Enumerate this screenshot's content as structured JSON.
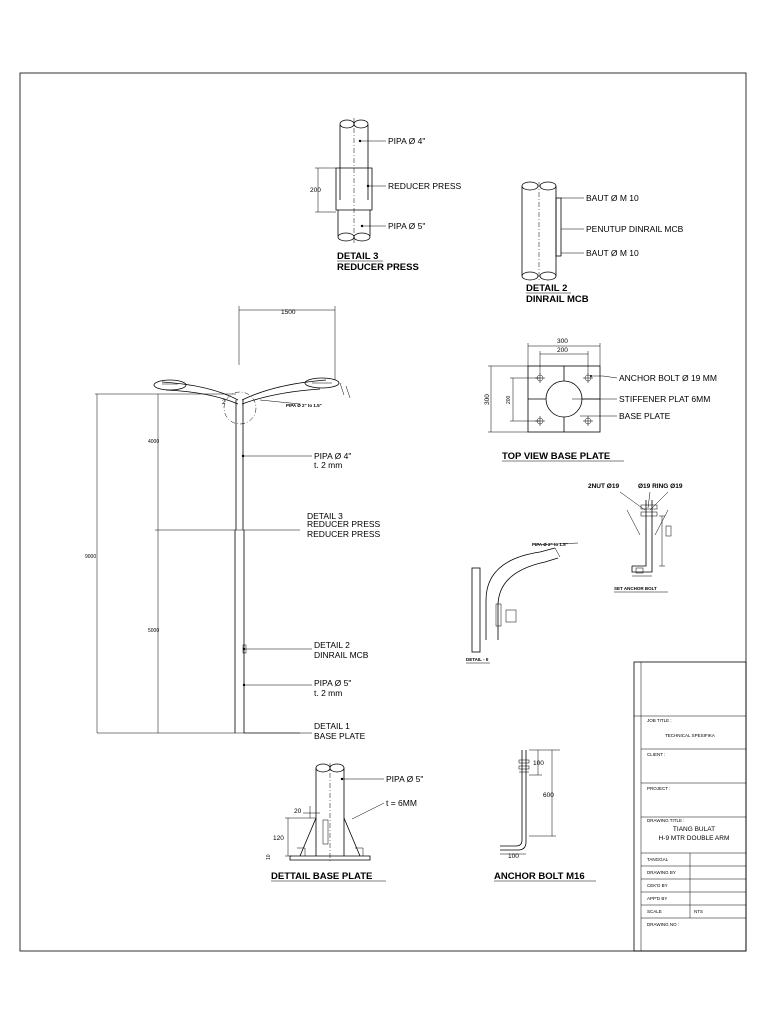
{
  "detail3_top": {
    "pipe_upper": "PIPA Ø 4\"",
    "reducer": "REDUCER PRESS",
    "pipe_lower": "PIPA Ø 5\"",
    "dim": "200",
    "title1": "DETAIL 3",
    "title2": "REDUCER PRESS"
  },
  "detail2_top": {
    "bolt1": "BAUT Ø M 10",
    "cover": "PENUTUP DINRAIL MCB",
    "bolt2": "BAUT Ø M 10",
    "title1": "DETAIL 2",
    "title2": "DINRAIL MCB"
  },
  "top_view": {
    "dim_outer": "300",
    "dim_inner": "200",
    "dim_side_outer": "300",
    "dim_side_inner": "200",
    "anchor": "ANCHOR BOLT Ø 19 MM",
    "stiffener": "STIFFENER PLAT 6MM",
    "base": "BASE PLATE",
    "title": "TOP VIEW BASE PLATE"
  },
  "pole": {
    "arm_dim": "1500",
    "h_total": "9000",
    "h_upper": "4000",
    "h_lower": "5000",
    "pipe4_label": "PIPA Ø 4\"",
    "pipe4_t": "t. 2 mm",
    "d3a": "DETAIL 3",
    "d3b": "REDUCER PRESS",
    "d3c": "REDUCER PRESS",
    "d2a": "DETAIL 2",
    "d2b": "DINRAIL MCB",
    "pipe5_label": "PIPA Ø 5\"",
    "pipe5_t": "t. 2 mm",
    "d1a": "DETAIL 1",
    "d1b": "BASE PLATE",
    "callout": "2"
  },
  "base_plate_detail": {
    "pipe": "PIPA Ø 5\"",
    "t": "t = 6MM",
    "d20": "20",
    "d120": "120",
    "d10": "10",
    "title": "DETTAIL BASE PLATE"
  },
  "anchor_bolt": {
    "d100_top": "100",
    "d600": "600",
    "d100_bot": "100",
    "title": "ANCHOR BOLT M16"
  },
  "set_anchor": {
    "nut": "2NUT  Ø19",
    "ring": "Ø19  RING  Ø19"
  },
  "title_block": {
    "job_title_label": "JOB TITLE :",
    "job_title_value": "TECHNICAL SPESIFIKA",
    "client_label": "CLIENT :",
    "project_label": "PROJECT :",
    "drawing_title_label": "DRAWING TITLE :",
    "drawing_title_1": "TIANG BULAT",
    "drawing_title_2": "H-9 MTR DOUBLE ARM",
    "rows": [
      {
        "label": "TANGGAL",
        "value": ""
      },
      {
        "label": "DRAWING BY",
        "value": ""
      },
      {
        "label": "CEK'D BY",
        "value": ""
      },
      {
        "label": "APP'D BY",
        "value": ""
      },
      {
        "label": "SCALE",
        "value": "NTS"
      },
      {
        "label": "DRAWING NO :",
        "value": ""
      }
    ]
  }
}
